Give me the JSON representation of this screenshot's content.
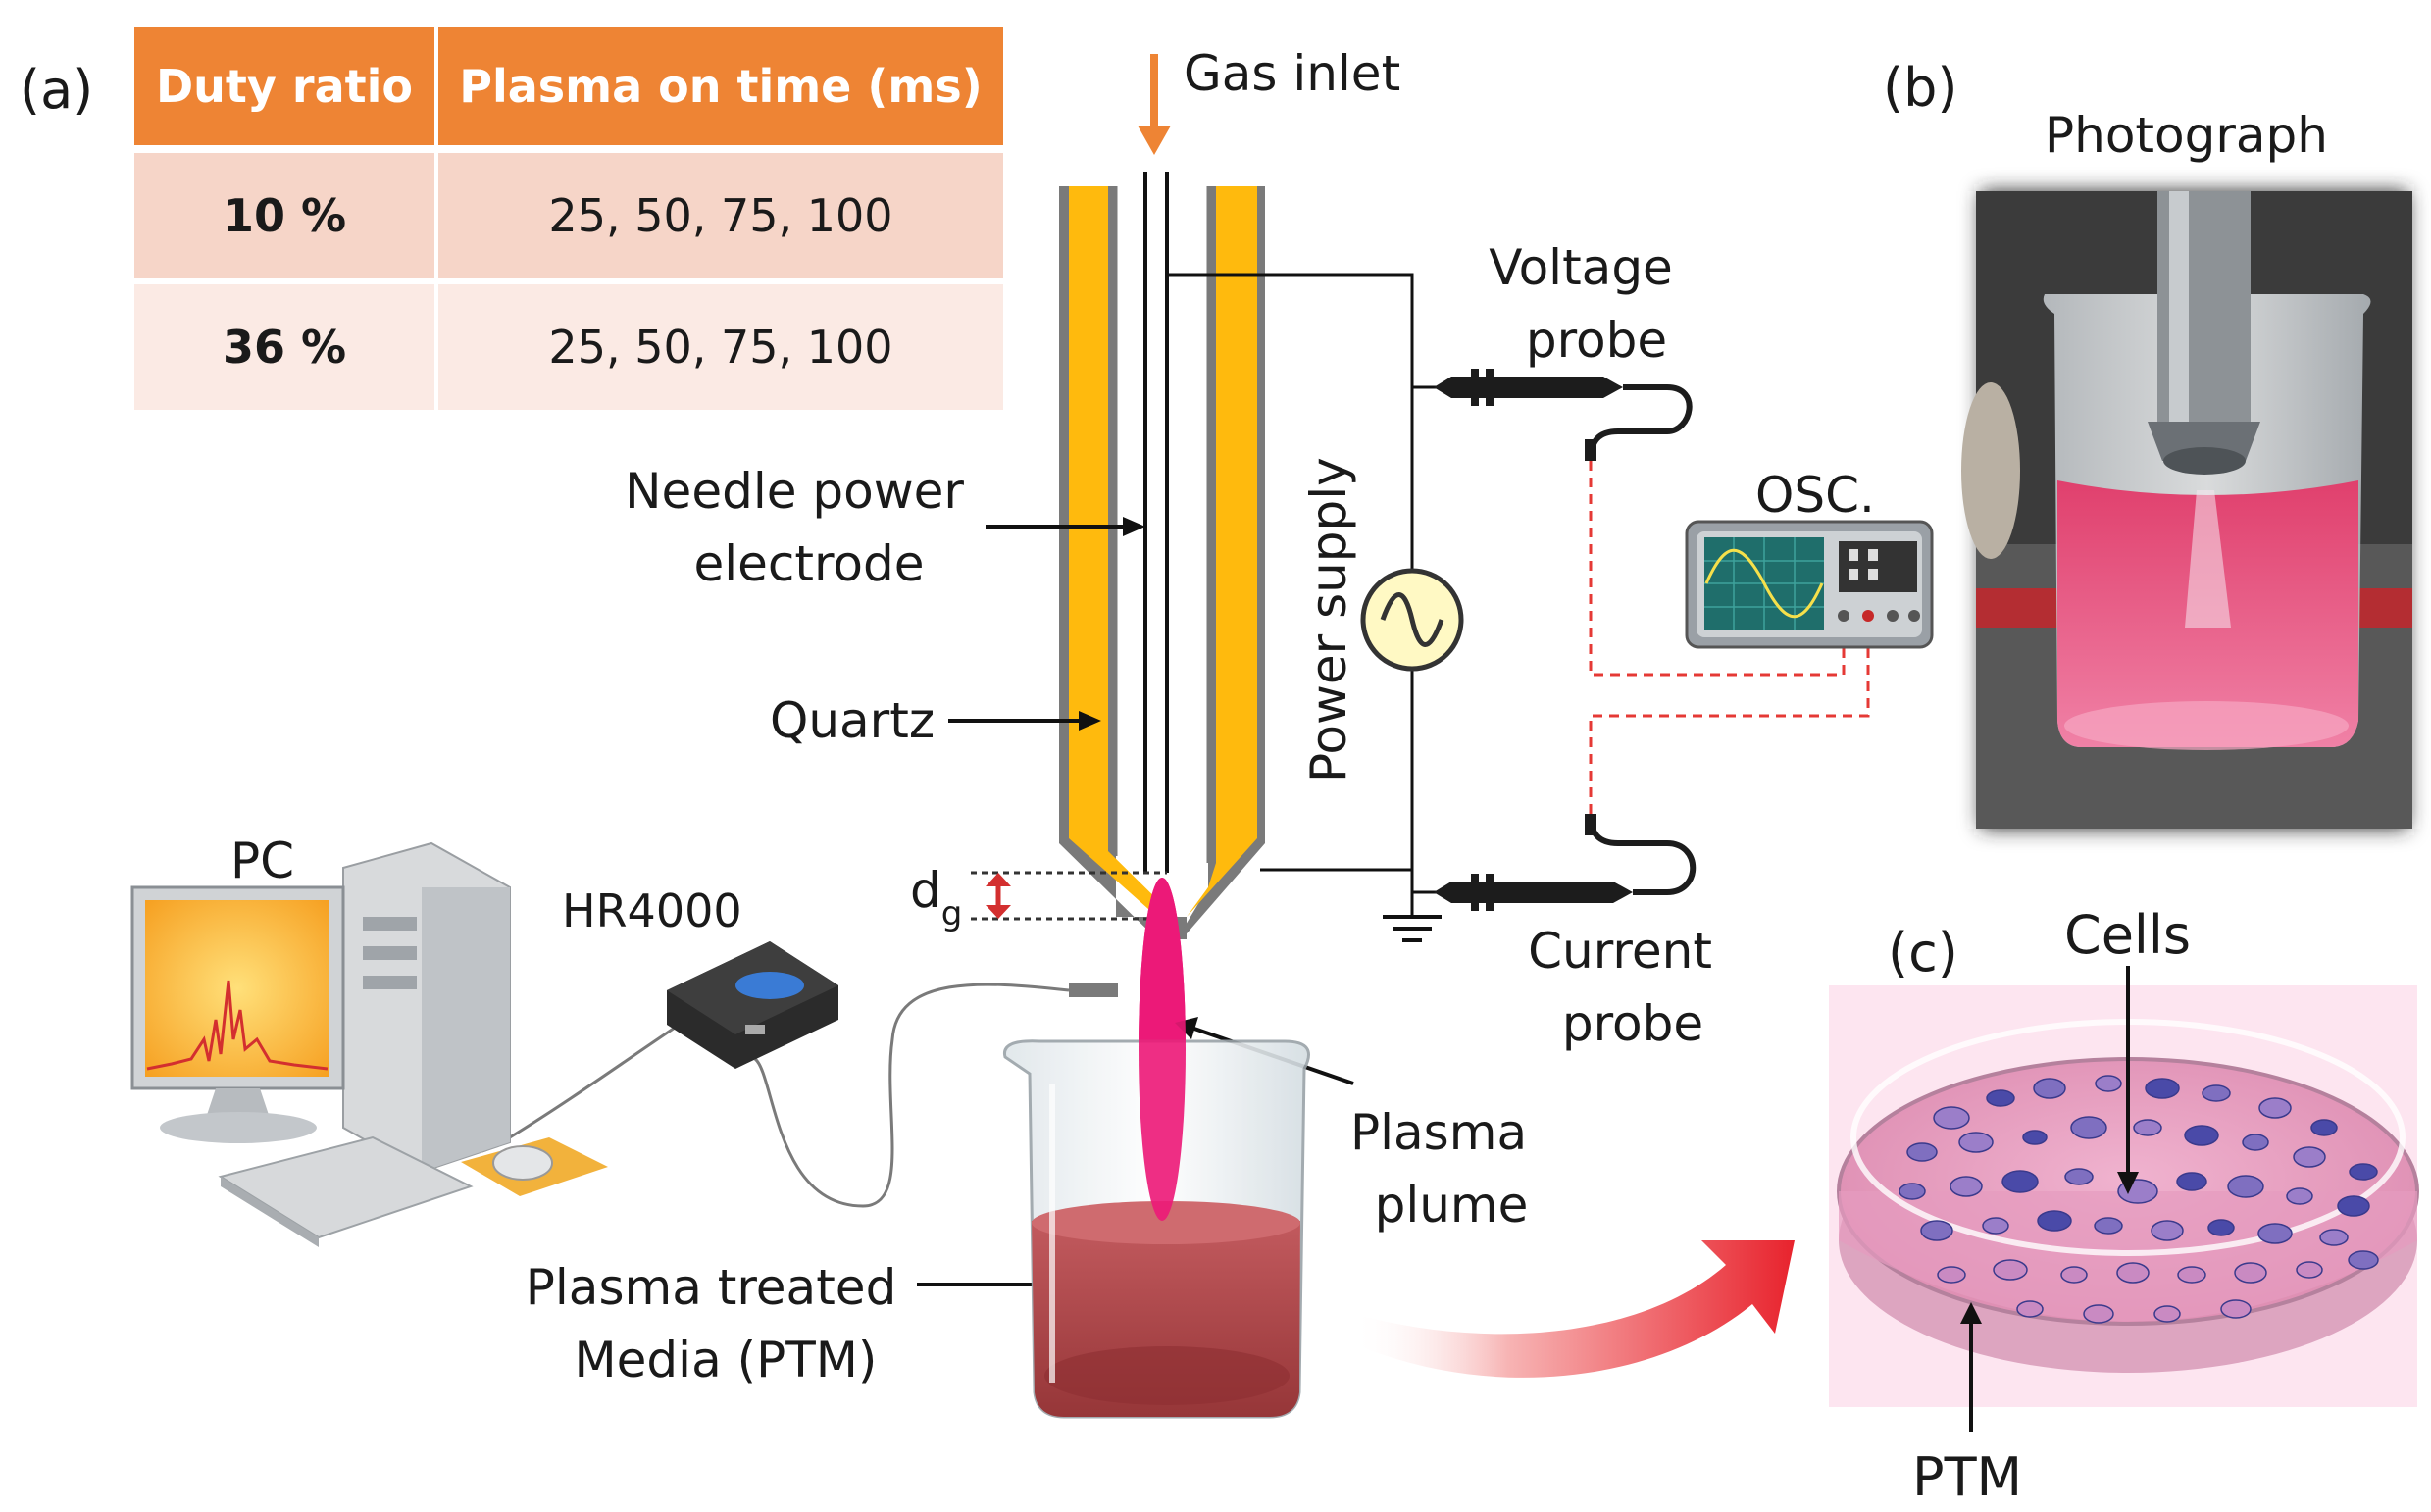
{
  "panels": {
    "a": "(a)",
    "b": "(b)",
    "c": "(c)"
  },
  "table": {
    "headers": [
      "Duty ratio",
      "Plasma on time (ms)"
    ],
    "rows": [
      [
        "10 %",
        "25, 50, 75, 100"
      ],
      [
        "36 %",
        "25, 50, 75, 100"
      ]
    ]
  },
  "labels": {
    "gas_inlet": "Gas inlet",
    "voltage_probe": [
      "Voltage",
      "probe"
    ],
    "needle_power_electrode": [
      "Needle power",
      "electrode"
    ],
    "power_supply": "Power supply",
    "osc": "OSC.",
    "quartz": "Quartz",
    "dg_main": "d",
    "dg_sub": "g",
    "pc": "PC",
    "hr4000": "HR4000",
    "current_probe": [
      "Current",
      "probe"
    ],
    "plasma_plume": [
      "Plasma",
      "plume"
    ],
    "ptm_media": [
      "Plasma treated",
      "Media (PTM)"
    ],
    "photograph": "Photograph",
    "cells": "Cells",
    "ptm": "PTM"
  },
  "colors": {
    "table_header": "#ee8434",
    "table_row1": "#f6d5c8",
    "table_row2": "#fbeae4",
    "quartz_fill": "#ffba0d",
    "quartz_edge": "#7a7a7a",
    "gas_arrow": "#ee8434",
    "plasma": "#ec1a78",
    "media": "#b34a4f",
    "signal_line": "#e53935",
    "big_arrow": "#e8232d",
    "dish_medium": "#e9a7c4",
    "cells": "#4a4aa8"
  }
}
